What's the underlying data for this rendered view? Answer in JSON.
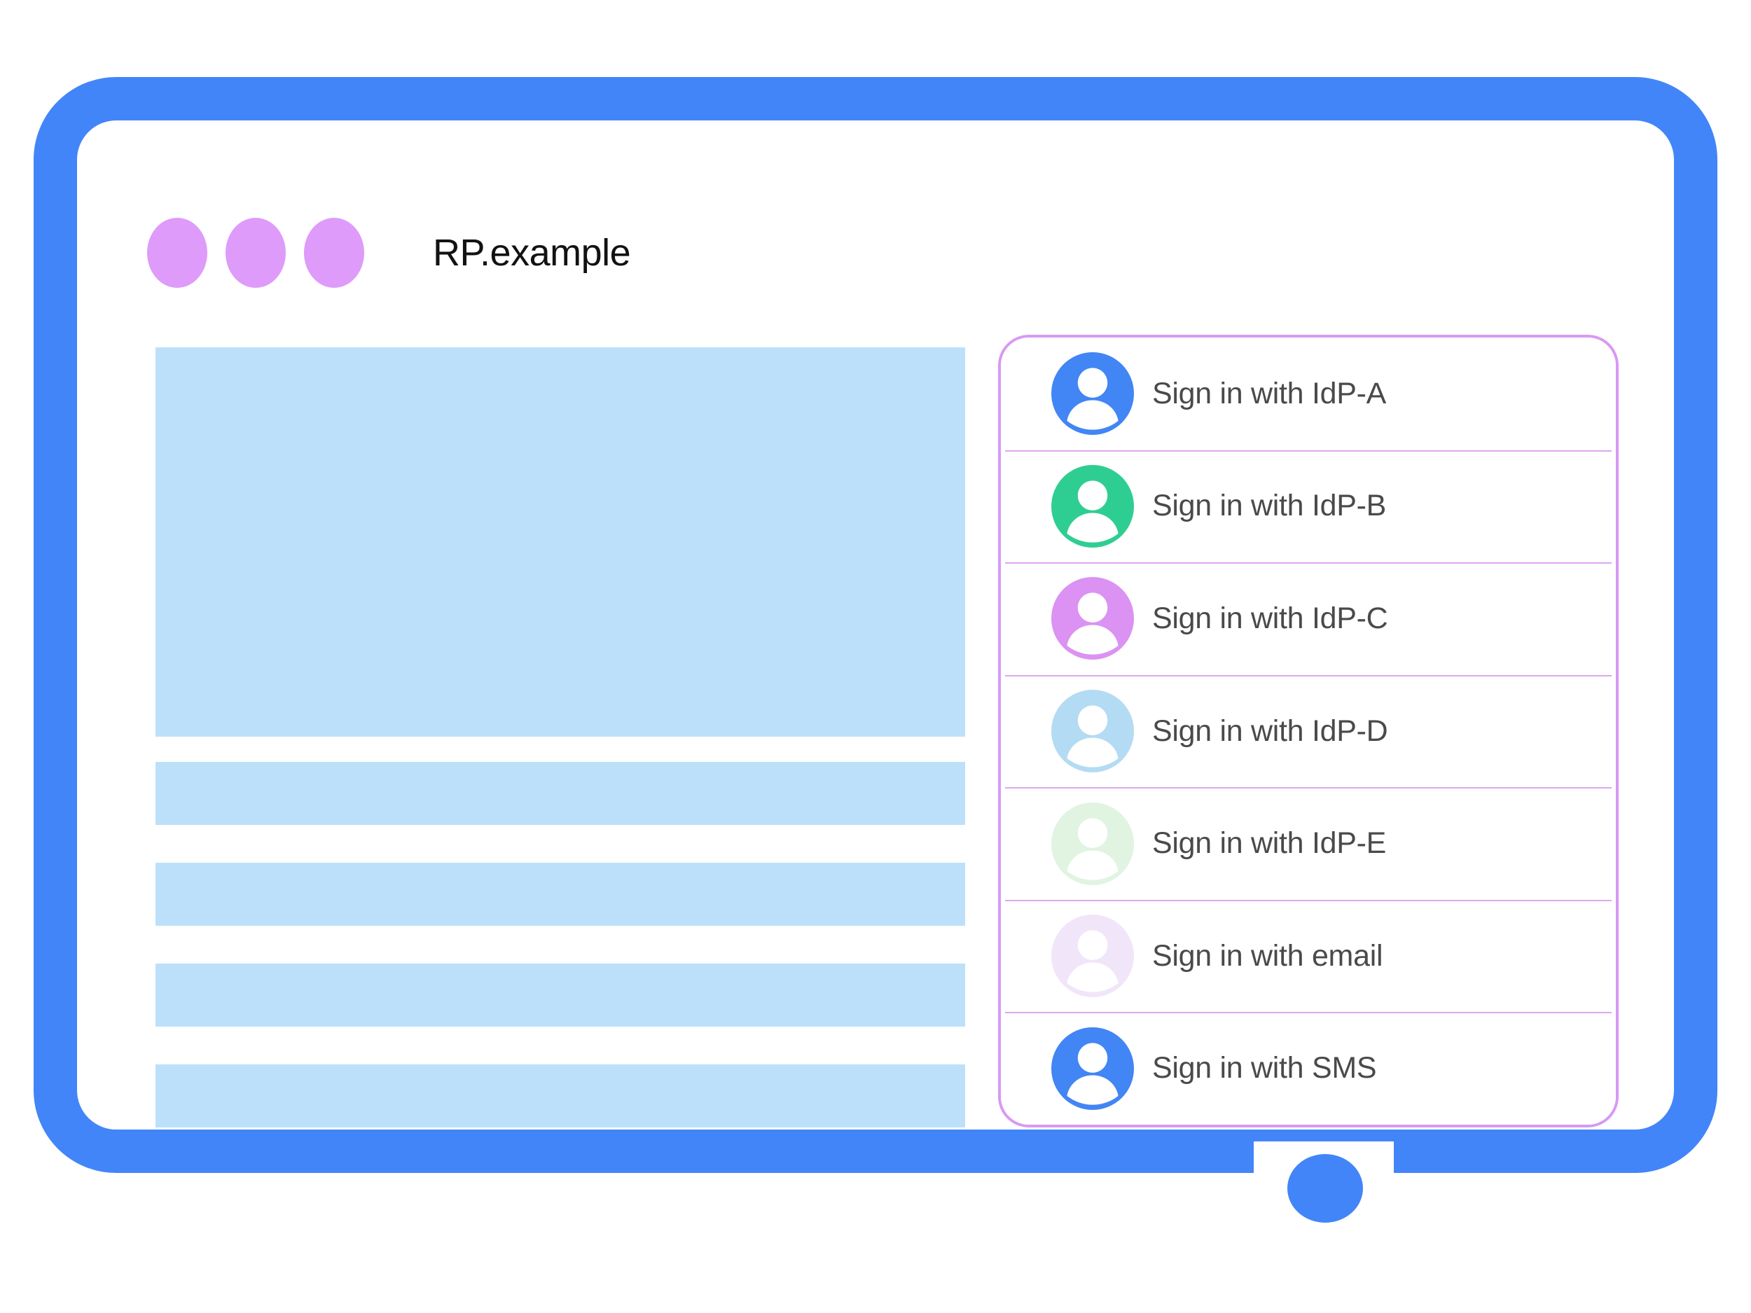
{
  "window": {
    "title": "RP.example",
    "titlebar_dots": [
      "dot-1",
      "dot-2",
      "dot-3"
    ],
    "frame_color": "#4285F8",
    "dot_color": "#DE9BFA"
  },
  "page": {
    "placeholder_color": "#BCE0FA",
    "blocks": [
      {
        "name": "hero-placeholder"
      },
      {
        "name": "text-line-placeholder-1"
      },
      {
        "name": "text-line-placeholder-2"
      },
      {
        "name": "text-line-placeholder-3"
      },
      {
        "name": "text-line-placeholder-4"
      }
    ]
  },
  "account_chooser": {
    "border_color": "#D899F3",
    "divider_color": "#DDA7F0",
    "label_color": "#4A4A4A",
    "options": [
      {
        "label": "Sign in with IdP-A",
        "icon": "account-avatar-icon",
        "avatar_color": "#4285F4"
      },
      {
        "label": "Sign in with IdP-B",
        "icon": "account-avatar-icon",
        "avatar_color": "#2ECE92"
      },
      {
        "label": "Sign in with IdP-C",
        "icon": "account-avatar-icon",
        "avatar_color": "#DB92F2"
      },
      {
        "label": "Sign in with IdP-D",
        "icon": "account-avatar-icon",
        "avatar_color": "#B3DBF3"
      },
      {
        "label": "Sign in with IdP-E",
        "icon": "account-avatar-icon",
        "avatar_color": "#E0F4E1"
      },
      {
        "label": "Sign in with email",
        "icon": "account-avatar-icon",
        "avatar_color": "#F1E6F9"
      },
      {
        "label": "Sign in with SMS",
        "icon": "account-avatar-icon",
        "avatar_color": "#4285F4"
      }
    ]
  },
  "home_button": {
    "name": "home-button",
    "color": "#4285F8"
  }
}
